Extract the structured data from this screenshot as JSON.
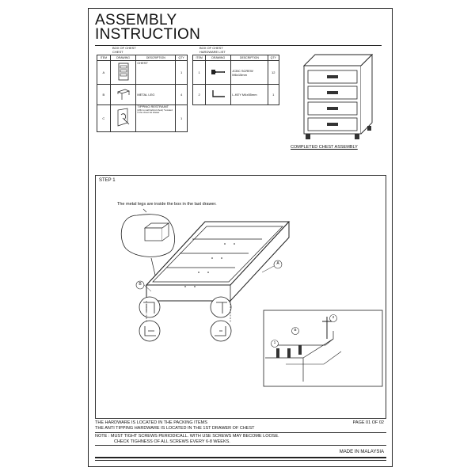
{
  "header": {
    "title_line1": "ASSEMBLY",
    "title_line2": "INSTRUCTION"
  },
  "box_of_chest": {
    "caption_line1": "BOX OF CHEST",
    "caption_line2": "CHEST",
    "columns": [
      "ITEM",
      "DRAWING",
      "DESCRIPTION",
      "QTY"
    ],
    "rows": [
      {
        "item": "A",
        "description": "CHEST",
        "qty": "1"
      },
      {
        "item": "B",
        "description": "METAL LEG",
        "qty": "4"
      },
      {
        "item": "C",
        "description": "TIPPING RESTRAINT",
        "detail": "(Affix to wall behind chest) *Located in the chest 1st drawer",
        "qty": "1"
      }
    ]
  },
  "hardware_list": {
    "caption_line1": "BOX OF CHEST",
    "caption_line2": "HARDWARE LIST",
    "columns": [
      "ITEM",
      "DRAWING",
      "DESCRIPTION",
      "QTY"
    ],
    "rows": [
      {
        "item": "1",
        "description": "JCBC SCREW M6x15mm",
        "qty": "12"
      },
      {
        "item": "2",
        "description": "L-KEY M4x55mm",
        "qty": "1"
      }
    ]
  },
  "completed_caption": "COMPLETED CHEST ASSEMBLY",
  "step": {
    "label": "STEP 1",
    "callout": "The metal legs are inside the box in the last drawer.",
    "markers": {
      "a": "A",
      "b": "B",
      "b2": "B",
      "one": "1",
      "two": "2"
    }
  },
  "footer": {
    "line1": "THE HARDWARE IS LOCATED IN THE PACKING ITEMS",
    "line2": "THE ANTI TIPPING HARDWARE IS LOCATED IN THE 1ST DRAWER OF CHEST",
    "page": "PAGE 01 OF 02",
    "note_line1": "NOTE : MUST TIGHT SCREWS PERIODICALL. WITH USE SCREWS MAY BECOME LOOSE.",
    "note_line2": "CHECK TIGHNESS OF ALL SCREWS EVERY 6-8 WEEKS.",
    "made_in": "MADE IN MALAYSIA"
  }
}
